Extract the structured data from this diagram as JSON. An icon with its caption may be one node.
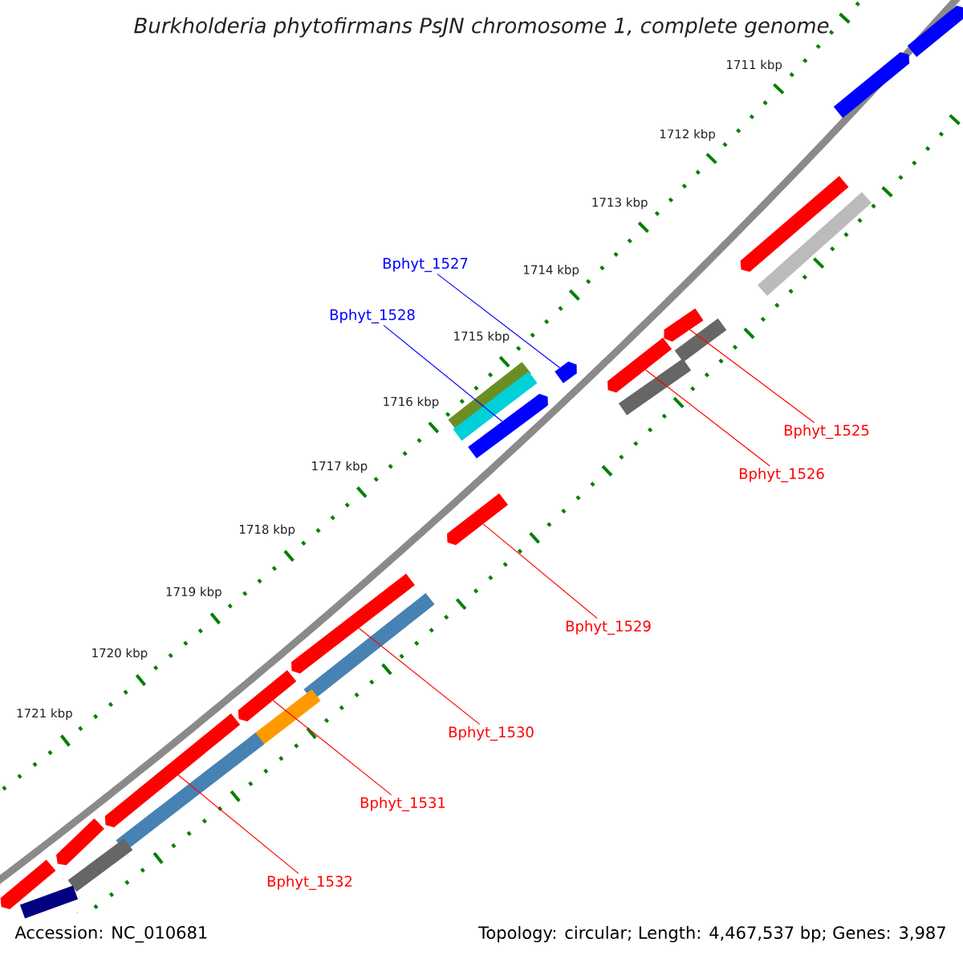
{
  "diagram": {
    "title": "Burkholderia phytofirmans PsJN chromosome 1, complete genome",
    "nodes": [
      {
        "text": [
          "Bphyt_1527"
        ]
      },
      {
        "text": [
          "Bphyt_1528"
        ]
      },
      {
        "text": [
          "Bphyt_1525"
        ]
      },
      {
        "text": [
          "Bphyt_1526"
        ]
      },
      {
        "text": [
          "Bphyt_1529"
        ]
      },
      {
        "text": [
          "Bphyt_1530"
        ]
      },
      {
        "text": [
          "Bphyt_1531"
        ]
      },
      {
        "text": [
          "Bphyt_1532"
        ]
      },
      {
        "text": [],
        "shape": "arrow"
      },
      {
        "text": [],
        "shape": "arrow"
      },
      {
        "text": [],
        "shape": "arrow"
      },
      {
        "text": [],
        "shape": "arrow"
      },
      {
        "text": [],
        "shape": "arrow"
      },
      {
        "text": [],
        "shape": "arrow"
      },
      {
        "text": [],
        "shape": "arrow"
      },
      {
        "text": [],
        "shape": "arrow"
      },
      {
        "text": [],
        "shape": "arrow"
      },
      {
        "text": [],
        "shape": "arrow"
      },
      {
        "text": [],
        "shape": "bar"
      },
      {
        "text": [],
        "shape": "bar"
      },
      {
        "text": [],
        "shape": "arrow"
      },
      {
        "text": [],
        "shape": "bar"
      },
      {
        "text": [],
        "shape": "bar"
      },
      {
        "text": [],
        "shape": "bar"
      },
      {
        "text": [],
        "shape": "bar"
      },
      {
        "text": [],
        "shape": "bar"
      },
      {
        "text": [],
        "shape": "bar"
      },
      {
        "text": [],
        "shape": "arrow"
      },
      {
        "text": [],
        "shape": "bar"
      },
      {
        "text": [],
        "shape": "arrow"
      },
      {
        "text": [],
        "shape": "bar"
      }
    ],
    "edges": [
      {
        "from": 0,
        "to": 8,
        "arrow": "none",
        "color": "#0000ff"
      },
      {
        "from": 1,
        "to": 9,
        "arrow": "none",
        "color": "#0000ff"
      },
      {
        "from": 2,
        "to": 10,
        "arrow": "none"
      },
      {
        "from": 3,
        "to": 11,
        "arrow": "none"
      },
      {
        "from": 4,
        "to": 12,
        "arrow": "none"
      },
      {
        "from": 5,
        "to": 13,
        "arrow": "none"
      },
      {
        "from": 6,
        "to": 14,
        "arrow": "none"
      },
      {
        "from": 7,
        "to": 15,
        "arrow": "none"
      }
    ],
    "labels": [
      "1711 kbp",
      "1712 kbp",
      "1713 kbp",
      "1714 kbp",
      "1715 kbp",
      "1716 kbp",
      "1717 kbp",
      "1718 kbp",
      "1719 kbp",
      "1720 kbp",
      "1721 kbp",
      "Accession: NC_010681",
      "Topology: circular; Length: 4,467,537 bp; Genes: 3,987"
    ]
  }
}
